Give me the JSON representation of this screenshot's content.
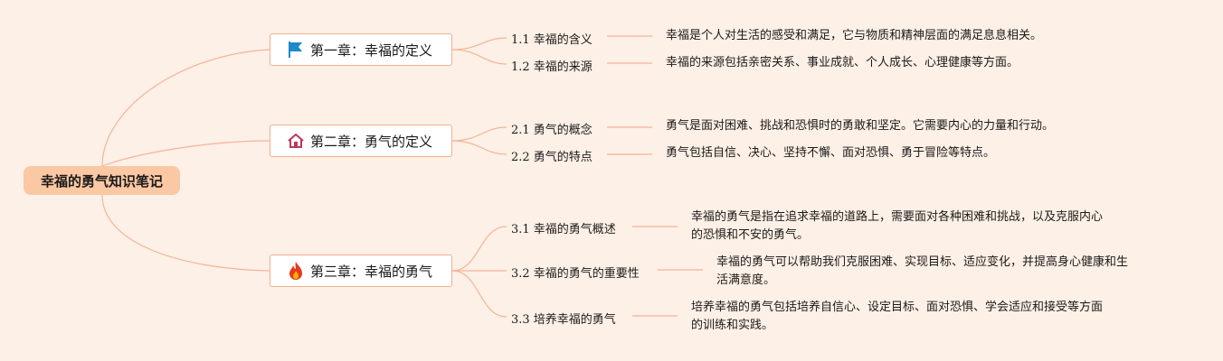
{
  "root": {
    "title": "幸福的勇气知识笔记"
  },
  "chapters": [
    {
      "title": "第一章：幸福的定义",
      "icon": "flag-icon",
      "subs": [
        {
          "label": "1.1 幸福的含义",
          "desc": "幸福是个人对生活的感受和满足，它与物质和精神层面的满足息息相关。"
        },
        {
          "label": "1.2 幸福的来源",
          "desc": "幸福的来源包括亲密关系、事业成就、个人成长、心理健康等方面。"
        }
      ]
    },
    {
      "title": "第二章：勇气的定义",
      "icon": "home-icon",
      "subs": [
        {
          "label": "2.1 勇气的概念",
          "desc": "勇气是面对困难、挑战和恐惧时的勇敢和坚定。它需要内心的力量和行动。"
        },
        {
          "label": "2.2 勇气的特点",
          "desc": "勇气包括自信、决心、坚持不懈、面对恐惧、勇于冒险等特点。"
        }
      ]
    },
    {
      "title": "第三章：幸福的勇气",
      "icon": "fire-icon",
      "subs": [
        {
          "label": "3.1 幸福的勇气概述",
          "desc_lines": [
            "幸福的勇气是指在追求幸福的道路上，需要面对各种困难和挑战，以及克服内心",
            "的恐惧和不安的勇气。"
          ]
        },
        {
          "label": "3.2 幸福的勇气的重要性",
          "desc_lines": [
            "幸福的勇气可以帮助我们克服困难、实现目标、适应变化，并提高身心健康和生",
            "活满意度。"
          ]
        },
        {
          "label": "3.3 培养幸福的勇气",
          "desc_lines": [
            "培养幸福的勇气包括培养自信心、设定目标、面对恐惧、学会适应和接受等方面",
            "的训练和实践。"
          ]
        }
      ]
    }
  ],
  "colors": {
    "line": "#f4b496",
    "root_bg": "#fbc8a4",
    "chapter_border": "#f2b08f",
    "background": "#fdf0e6"
  }
}
